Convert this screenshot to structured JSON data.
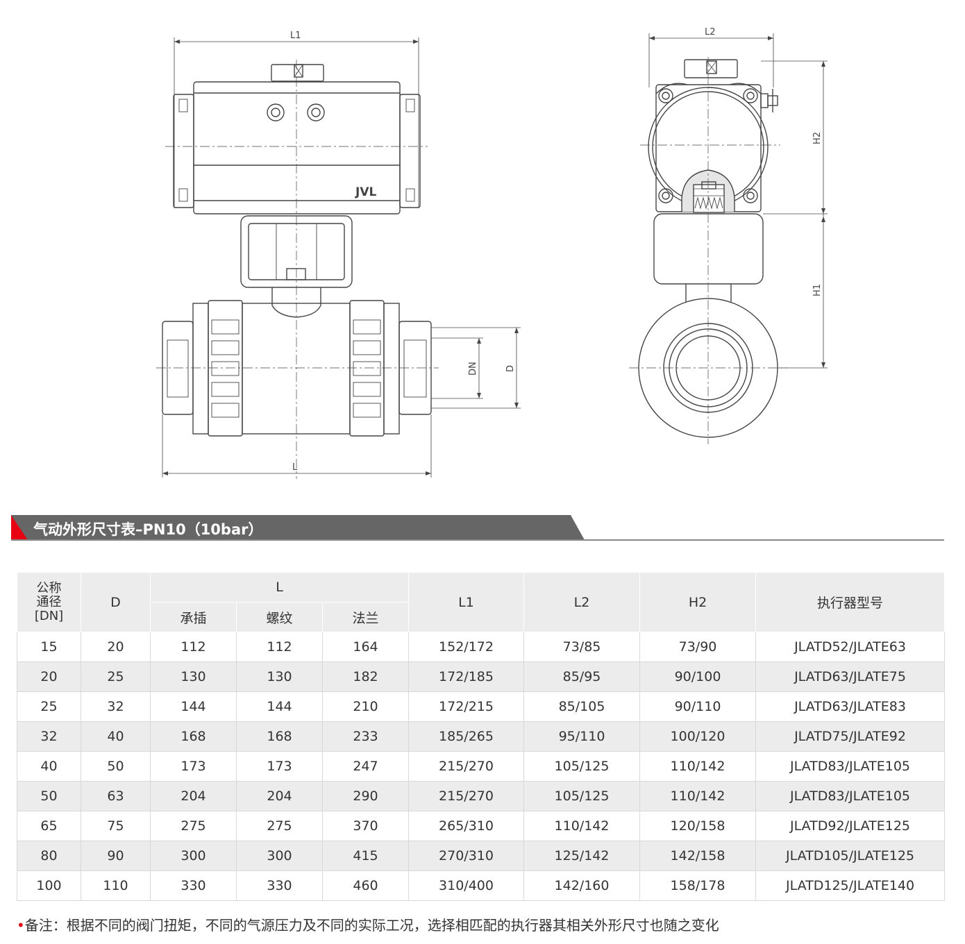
{
  "drawing": {
    "labels": {
      "l1": "L1",
      "l2": "L2",
      "h1": "H1",
      "h2": "H2",
      "l": "L",
      "dn": "DN",
      "d": "D"
    },
    "brand": "JVL"
  },
  "section": {
    "title": "气动外形尺寸表–PN10（10bar）",
    "accent_color": "#e60012",
    "bar_color": "#666666"
  },
  "table": {
    "header": {
      "dn": "公称\n通径\n[DN]",
      "d": "D",
      "l": "L",
      "l_sub": [
        "承插",
        "螺纹",
        "法兰"
      ],
      "l1": "L1",
      "l2": "L2",
      "h2": "H2",
      "actuator": "执行器型号"
    },
    "rows": [
      [
        "15",
        "20",
        "112",
        "112",
        "164",
        "152/172",
        "73/85",
        "73/90",
        "JLATD52/JLATE63"
      ],
      [
        "20",
        "25",
        "130",
        "130",
        "182",
        "172/185",
        "85/95",
        "90/100",
        "JLATD63/JLATE75"
      ],
      [
        "25",
        "32",
        "144",
        "144",
        "210",
        "172/215",
        "85/105",
        "90/110",
        "JLATD63/JLATE83"
      ],
      [
        "32",
        "40",
        "168",
        "168",
        "233",
        "185/265",
        "95/110",
        "100/120",
        "JLATD75/JLATE92"
      ],
      [
        "40",
        "50",
        "173",
        "173",
        "247",
        "215/270",
        "105/125",
        "110/142",
        "JLATD83/JLATE105"
      ],
      [
        "50",
        "63",
        "204",
        "204",
        "290",
        "215/270",
        "105/125",
        "110/142",
        "JLATD83/JLATE105"
      ],
      [
        "65",
        "75",
        "275",
        "275",
        "370",
        "265/310",
        "110/142",
        "120/158",
        "JLATD92/JLATE125"
      ],
      [
        "80",
        "90",
        "300",
        "300",
        "415",
        "270/310",
        "125/142",
        "142/158",
        "JLATD105/JLATE125"
      ],
      [
        "100",
        "110",
        "330",
        "330",
        "460",
        "310/400",
        "142/160",
        "158/178",
        "JLATD125/JLATE140"
      ]
    ]
  },
  "footnote": {
    "bullet": "•",
    "text": "备注：根据不同的阀门扭矩，不同的气源压力及不同的实际工况，选择相匹配的执行器其相关外形尺寸也随之变化"
  }
}
